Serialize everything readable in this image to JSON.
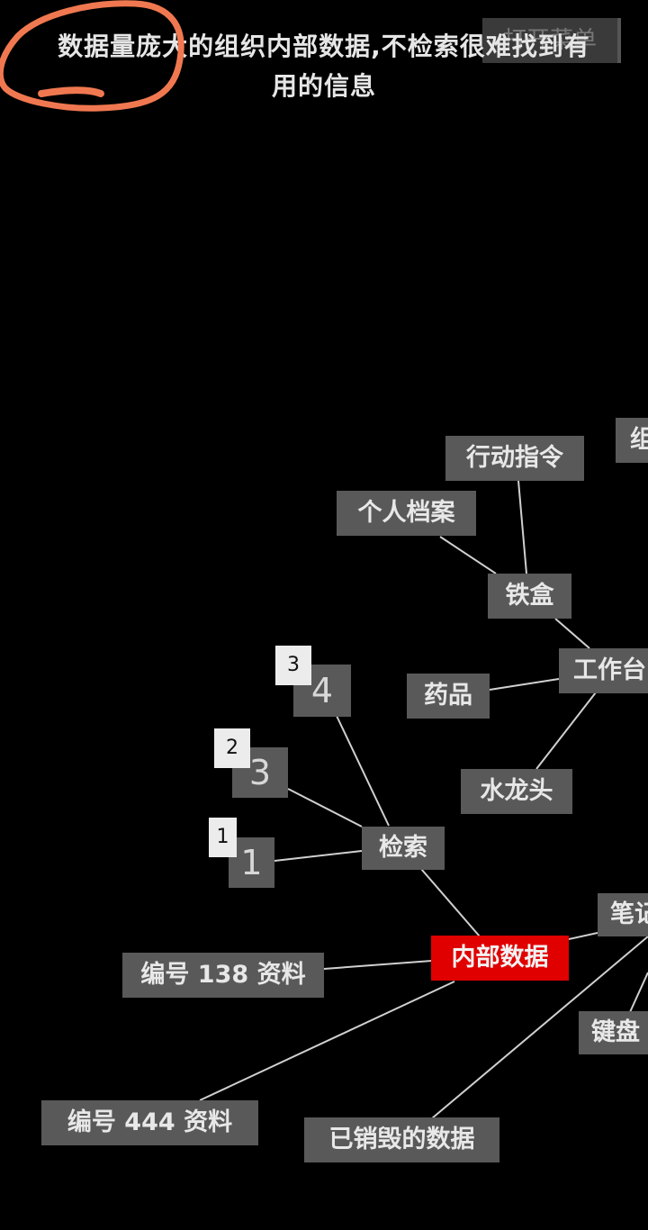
{
  "caption": {
    "line1": "数据量庞大的组织内部数据,不检索很难找到有",
    "line2": "用的信息"
  },
  "menu": {
    "label": "打开菜单"
  },
  "nodes": {
    "internal_data": "内部数据",
    "search": "检索",
    "doc_138": "编号 138 资料",
    "doc_444": "编号 444 资料",
    "destroyed_data": "已销毁的数据",
    "keyboard": "键盘",
    "notes": "笔记",
    "workbench": "工作台",
    "iron_box": "铁盒",
    "medicine": "药品",
    "faucet": "水龙头",
    "action_orders": "行动指令",
    "personal_files": "个人档案",
    "organization": "组织"
  },
  "results": [
    {
      "badge": "1",
      "value": "1"
    },
    {
      "badge": "2",
      "value": "3"
    },
    {
      "badge": "3",
      "value": "4"
    }
  ],
  "colors": {
    "background": "#000000",
    "node": "#595959",
    "main_node": "#e00000",
    "edge": "#d0d0d0",
    "highlight_circle": "#f07850"
  }
}
